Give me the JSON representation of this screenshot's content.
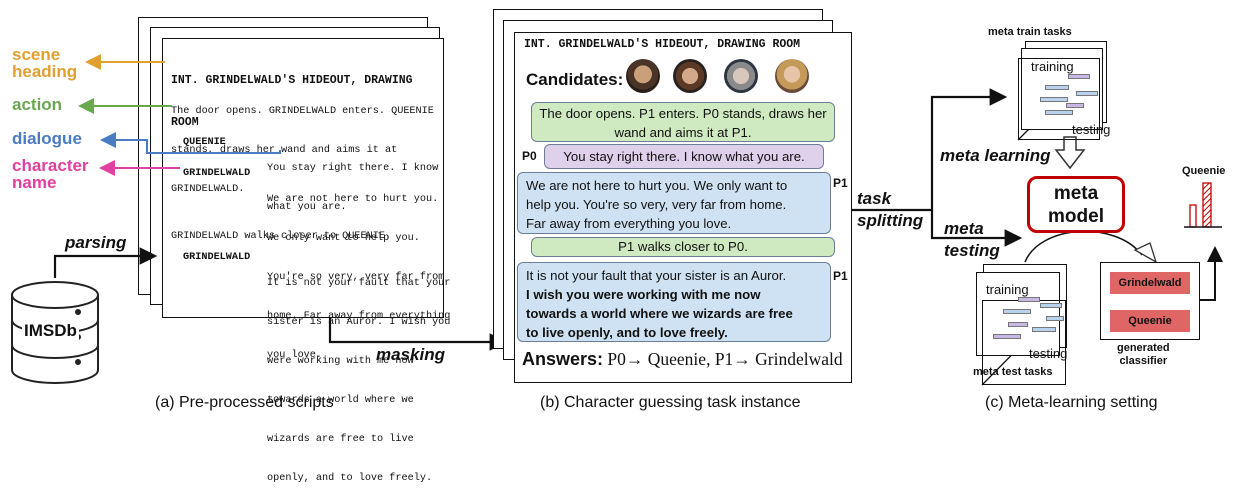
{
  "scripts_panel": {
    "labels": {
      "scene_heading": [
        "scene",
        "heading"
      ],
      "action": "action",
      "dialogue": "dialogue",
      "character_name": [
        "character",
        "name"
      ],
      "parsing": "parsing",
      "database": "IMSDb",
      "masking": "masking"
    },
    "script_lines": {
      "heading": [
        "INT. GRINDELWALD'S HIDEOUT, DRAWING",
        "ROOM"
      ],
      "action1": [
        "The door opens. GRINDELWALD enters. QUEENIE",
        "stands, draws her wand and aims it at",
        "GRINDELWALD."
      ],
      "char1": "QUEENIE",
      "dial1": [
        "You stay right there. I know",
        "what you are."
      ],
      "char2": "GRINDELWALD",
      "dial2": [
        "We are not here to hurt you.",
        "We only want to help you.",
        "You're so very, very far from",
        "home. Far away from everything",
        "you love."
      ],
      "action2": "GRINDELWALD walks closer to QUEENIE.",
      "char3": "GRINDELWALD",
      "dial3": [
        "It is not your fault that your",
        "sister is an Auror. I wish you",
        "were working with me now",
        "towards a world where we",
        "wizards are free to live",
        "openly, and to love freely."
      ]
    },
    "caption": "(a) Pre-processed scripts"
  },
  "task_panel": {
    "heading": "INT. GRINDELWALD'S HIDEOUT, DRAWING ROOM",
    "candidates_label": "Candidates:",
    "bubble1": [
      "The door opens. P1 enters. P0 stands, draws her",
      "wand and aims it at P1."
    ],
    "p0_tag": "P0",
    "bubble2": "You stay right there. I know what you are.",
    "p1_tag_a": "P1",
    "bubble3": [
      "We are not here to hurt you. We only want to",
      "help you. You're so very, very far from home.",
      "Far away from everything you love."
    ],
    "bubble4": "P1 walks closer to P0.",
    "p1_tag_b": "P1",
    "bubble5_plain": "It is not your fault that your sister is an Auror.",
    "bubble5_bold": [
      "I wish you were working with me now",
      "towards a world where we wizards are free",
      "to live openly, and to love freely."
    ],
    "answers_label": "Answers:",
    "answers_text": " P0→ Queenie, P1→ Grindelwald",
    "caption": "(b) Character guessing task instance"
  },
  "meta_panel": {
    "train_title": "meta train tasks",
    "training": "training",
    "testing": "testing",
    "test_title": "meta test tasks",
    "task_splitting": [
      "task",
      "splitting"
    ],
    "meta_learning": "meta learning",
    "meta_testing": [
      "meta",
      "testing"
    ],
    "model": [
      "meta",
      "model"
    ],
    "result1": "Grindelwald",
    "result2": "Queenie",
    "generated": [
      "generated",
      "classifier"
    ],
    "queenie_label": "Queenie",
    "caption": "(c) Meta-learning setting",
    "colors": {
      "model_border": "#c00000",
      "result_fill": "#e06666",
      "green": "#cfe9c0",
      "blue": "#cfe2f3",
      "purple": "#dfd0ec"
    }
  }
}
